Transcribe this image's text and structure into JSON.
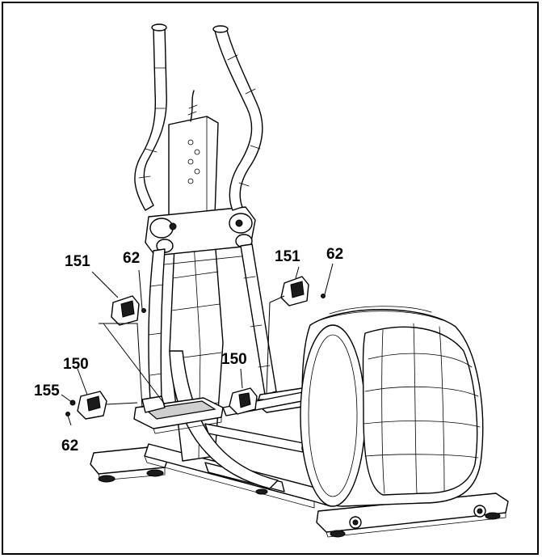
{
  "callouts": {
    "c151_left": "151",
    "c62_left_top": "62",
    "c151_right": "151",
    "c62_right": "62",
    "c150_left": "150",
    "c155": "155",
    "c62_left_bottom": "62",
    "c150_middle": "150"
  }
}
